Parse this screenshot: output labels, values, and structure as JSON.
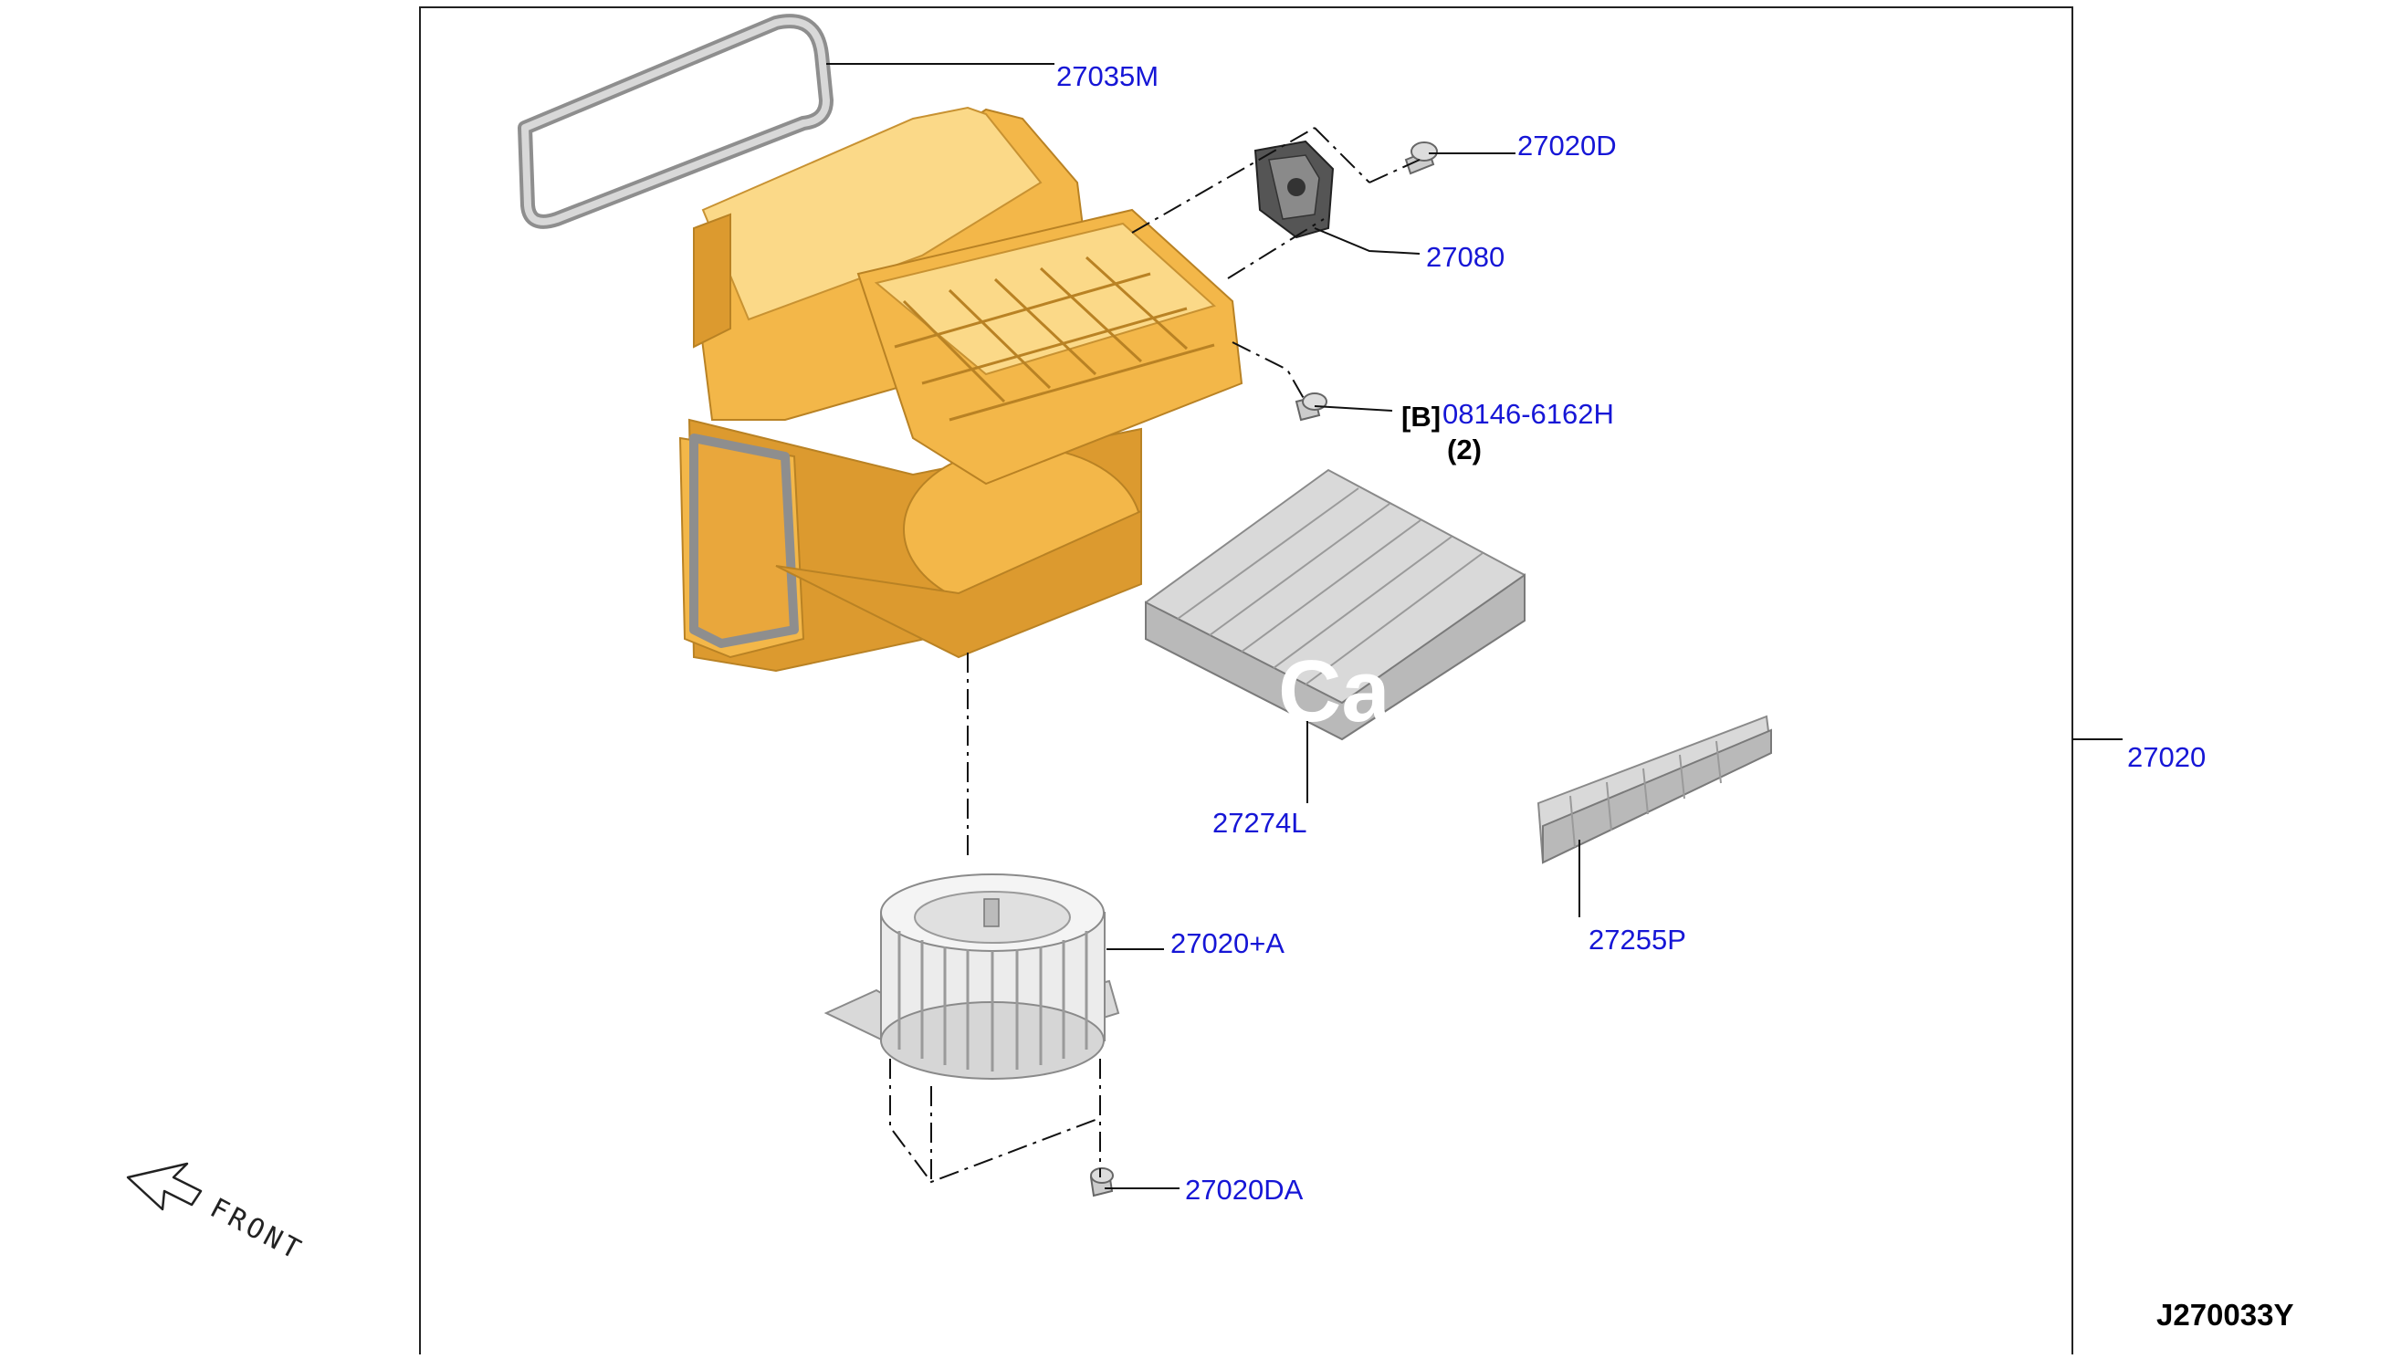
{
  "diagram": {
    "reference_code": "J270033Y",
    "front_label": "FRONT",
    "watermark": "Ca",
    "parts": [
      {
        "id": "gasket",
        "number": "27035M"
      },
      {
        "id": "screw-top",
        "number": "27020D"
      },
      {
        "id": "actuator",
        "number": "27080"
      },
      {
        "id": "bolt",
        "prefix": "[B]",
        "number": "08146-6162H",
        "qty": "(2)"
      },
      {
        "id": "assembly",
        "number": "27020"
      },
      {
        "id": "filter",
        "number": "27274L"
      },
      {
        "id": "blower-motor",
        "number": "27020+A"
      },
      {
        "id": "filter-cover",
        "number": "27255P"
      },
      {
        "id": "screw-bottom",
        "number": "27020DA"
      }
    ]
  }
}
